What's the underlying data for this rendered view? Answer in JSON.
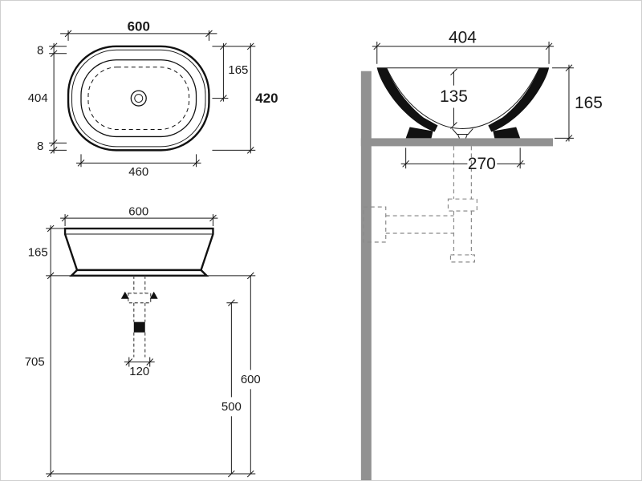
{
  "colors": {
    "line": "#1a1a1a",
    "structure_gray": "#919191",
    "background": "#ffffff"
  },
  "drawing": {
    "plan": {
      "length": "600",
      "edge_top": "8",
      "width_inner": "404",
      "edge_bottom": "8",
      "drain_offset": "165",
      "width_total": "420",
      "length_inner": "460"
    },
    "front": {
      "length": "600",
      "basin_height": "165",
      "overall_height": "705",
      "drain_spacing": "120",
      "height_counter": "600",
      "height_drain": "500"
    },
    "side": {
      "depth": "404",
      "bowl_depth": "135",
      "basin_height": "165",
      "base_depth": "270"
    }
  }
}
